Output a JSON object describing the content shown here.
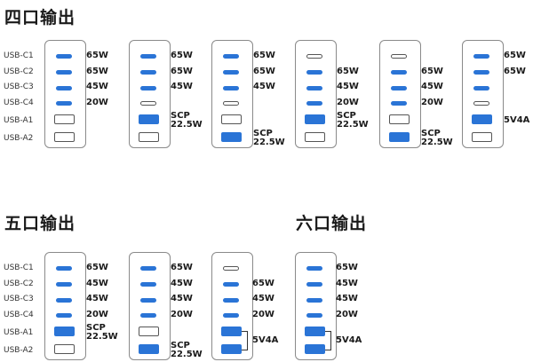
{
  "sections": {
    "four_port": "四口输出",
    "five_port": "五口输出",
    "six_port": "六口输出"
  },
  "port_labels": [
    "USB-C1",
    "USB-C2",
    "USB-C3",
    "USB-C4",
    "USB-A1",
    "USB-A2"
  ],
  "colors": {
    "active": "#2a74d6",
    "outline": "#555555",
    "card_border": "#8a8a8a"
  },
  "configs": {
    "four_port": [
      {
        "ports": [
          "on",
          "on",
          "on",
          "on",
          "off",
          "off"
        ],
        "powers": [
          "65W",
          "65W",
          "45W",
          "20W",
          "",
          ""
        ]
      },
      {
        "ports": [
          "on",
          "on",
          "on",
          "off",
          "on",
          "off"
        ],
        "powers": [
          "65W",
          "65W",
          "45W",
          "",
          "SCP\n22.5W",
          ""
        ]
      },
      {
        "ports": [
          "on",
          "on",
          "on",
          "off",
          "off",
          "on"
        ],
        "powers": [
          "65W",
          "65W",
          "45W",
          "",
          "",
          "SCP\n22.5W"
        ]
      },
      {
        "ports": [
          "off",
          "on",
          "on",
          "on",
          "on",
          "off"
        ],
        "powers": [
          "",
          "65W",
          "45W",
          "20W",
          "SCP\n22.5W",
          ""
        ]
      },
      {
        "ports": [
          "off",
          "on",
          "on",
          "on",
          "off",
          "on"
        ],
        "powers": [
          "",
          "65W",
          "45W",
          "20W",
          "",
          "SCP\n22.5W"
        ]
      },
      {
        "ports": [
          "on",
          "on",
          "on",
          "off",
          "on",
          "off"
        ],
        "powers": [
          "65W",
          "65W",
          "",
          "",
          "5V4A",
          ""
        ]
      }
    ],
    "five_port": [
      {
        "ports": [
          "on",
          "on",
          "on",
          "on",
          "on",
          "off"
        ],
        "powers": [
          "65W",
          "45W",
          "45W",
          "20W",
          "SCP\n22.5W",
          ""
        ]
      },
      {
        "ports": [
          "on",
          "on",
          "on",
          "on",
          "off",
          "on"
        ],
        "powers": [
          "65W",
          "45W",
          "45W",
          "20W",
          "",
          "SCP\n22.5W"
        ]
      },
      {
        "ports": [
          "off",
          "on",
          "on",
          "on",
          "on",
          "on"
        ],
        "powers": [
          "",
          "65W",
          "45W",
          "20W",
          "5V4A",
          ""
        ]
      }
    ],
    "six_port": [
      {
        "ports": [
          "on",
          "on",
          "on",
          "on",
          "on",
          "on"
        ],
        "powers": [
          "65W",
          "45W",
          "45W",
          "20W",
          "5V4A",
          ""
        ]
      }
    ]
  }
}
